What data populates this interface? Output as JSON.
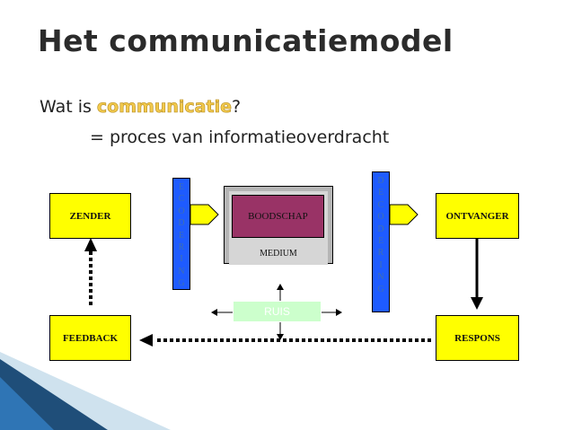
{
  "slide": {
    "title": "Het communicatiemodel",
    "question_prefix": "Wat is ",
    "question_accent": "communicatie",
    "question_suffix": "?",
    "definition": "= proces van informatieoverdracht"
  },
  "diagram": {
    "zender": "ZENDER",
    "ontvanger": "ONTVANGER",
    "feedback": "FEEDBACK",
    "respons": "RESPONS",
    "boodschap": "BOODSCHAP",
    "medium": "MEDIUM",
    "ruis": "RUIS",
    "codering_letters": [
      "E",
      "C",
      "O",
      "D",
      "E",
      "R",
      "I",
      "N",
      "G"
    ],
    "decodering_letters": [
      "D",
      "E",
      "C",
      "O",
      "D",
      "E",
      "R",
      "I",
      "N",
      "G"
    ]
  },
  "colors": {
    "box_fill": "#ffff00",
    "bar_fill": "#1e5bff",
    "bar_text": "#3e6fb0",
    "arrow_fill": "#ffff00",
    "boodschap_fill": "#993366",
    "medium_fill": "#b5b5b5",
    "ruis_fill": "#ccffcc",
    "accent_text": "#f2c94c",
    "decor_dark": "#1f4e79",
    "decor_light": "#cfe2ee"
  }
}
